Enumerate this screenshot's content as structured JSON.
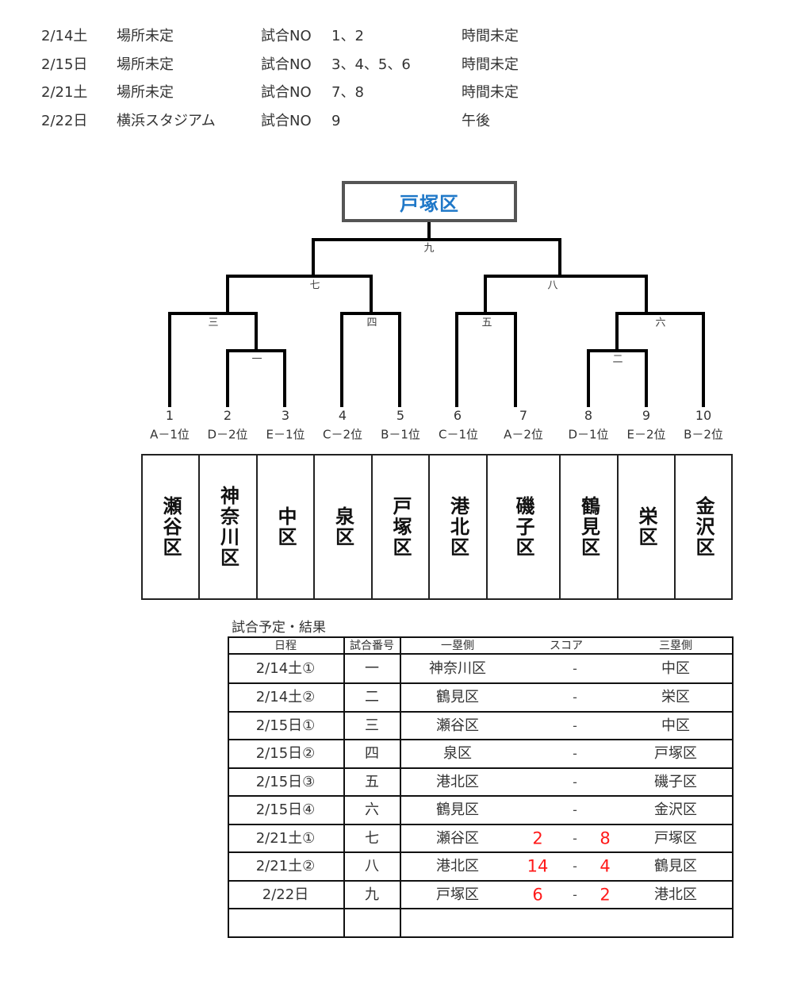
{
  "schedule_info": [
    {
      "date": "2/14土",
      "venue": "場所未定",
      "match_label": "試合NO",
      "matches": "1、2",
      "time": "時間未定"
    },
    {
      "date": "2/15日",
      "venue": "場所未定",
      "match_label": "試合NO",
      "matches": "3、4、5、6",
      "time": "時間未定"
    },
    {
      "date": "2/21土",
      "venue": "場所未定",
      "match_label": "試合NO",
      "matches": "7、8",
      "time": "時間未定"
    },
    {
      "date": "2/22日",
      "venue": "横浜スタジアム",
      "match_label": "試合NO",
      "matches": "9",
      "time": "午後"
    }
  ],
  "bracket": {
    "champion": "戸塚区",
    "match_labels": [
      "一",
      "二",
      "三",
      "四",
      "五",
      "六",
      "七",
      "八",
      "九"
    ],
    "slots": [
      {
        "number": "1",
        "seed": "A－1位",
        "team": "瀬谷区"
      },
      {
        "number": "2",
        "seed": "D－2位",
        "team": "神奈川区"
      },
      {
        "number": "3",
        "seed": "E－1位",
        "team": "中区"
      },
      {
        "number": "4",
        "seed": "C－2位",
        "team": "泉区"
      },
      {
        "number": "5",
        "seed": "B－1位",
        "team": "戸塚区"
      },
      {
        "number": "6",
        "seed": "C－1位",
        "team": "港北区"
      },
      {
        "number": "7",
        "seed": "A－2位",
        "team": "磯子区"
      },
      {
        "number": "8",
        "seed": "D－1位",
        "team": "鶴見区"
      },
      {
        "number": "9",
        "seed": "E－2位",
        "team": "栄区"
      },
      {
        "number": "10",
        "seed": "B－2位",
        "team": "金沢区"
      }
    ]
  },
  "results": {
    "title": "試合予定・結果",
    "headers": {
      "date": "日程",
      "match_no": "試合番号",
      "first_base": "一塁側",
      "score": "スコア",
      "third_base": "三塁側"
    },
    "rows": [
      {
        "date": "2/14土①",
        "match_no": "一",
        "first_base": "神奈川区",
        "score_first": "",
        "dash": "-",
        "score_third": "",
        "third_base": "中区"
      },
      {
        "date": "2/14土②",
        "match_no": "二",
        "first_base": "鶴見区",
        "score_first": "",
        "dash": "-",
        "score_third": "",
        "third_base": "栄区"
      },
      {
        "date": "2/15日①",
        "match_no": "三",
        "first_base": "瀬谷区",
        "score_first": "",
        "dash": "-",
        "score_third": "",
        "third_base": "中区"
      },
      {
        "date": "2/15日②",
        "match_no": "四",
        "first_base": "泉区",
        "score_first": "",
        "dash": "-",
        "score_third": "",
        "third_base": "戸塚区"
      },
      {
        "date": "2/15日③",
        "match_no": "五",
        "first_base": "港北区",
        "score_first": "",
        "dash": "-",
        "score_third": "",
        "third_base": "磯子区"
      },
      {
        "date": "2/15日④",
        "match_no": "六",
        "first_base": "鶴見区",
        "score_first": "",
        "dash": "-",
        "score_third": "",
        "third_base": "金沢区"
      },
      {
        "date": "2/21土①",
        "match_no": "七",
        "first_base": "瀬谷区",
        "score_first": "2",
        "dash": "-",
        "score_third": "8",
        "third_base": "戸塚区"
      },
      {
        "date": "2/21土②",
        "match_no": "八",
        "first_base": "港北区",
        "score_first": "14",
        "dash": "-",
        "score_third": "4",
        "third_base": "鶴見区"
      },
      {
        "date": "2/22日",
        "match_no": "九",
        "first_base": "戸塚区",
        "score_first": "6",
        "dash": "-",
        "score_third": "2",
        "third_base": "港北区"
      },
      {
        "date": "",
        "match_no": "",
        "first_base": "",
        "score_first": "",
        "dash": "",
        "score_third": "",
        "third_base": ""
      }
    ]
  },
  "colors": {
    "champion_text": "#1f78c8",
    "score_text": "#ff1a1a",
    "champion_border": "#555555"
  }
}
